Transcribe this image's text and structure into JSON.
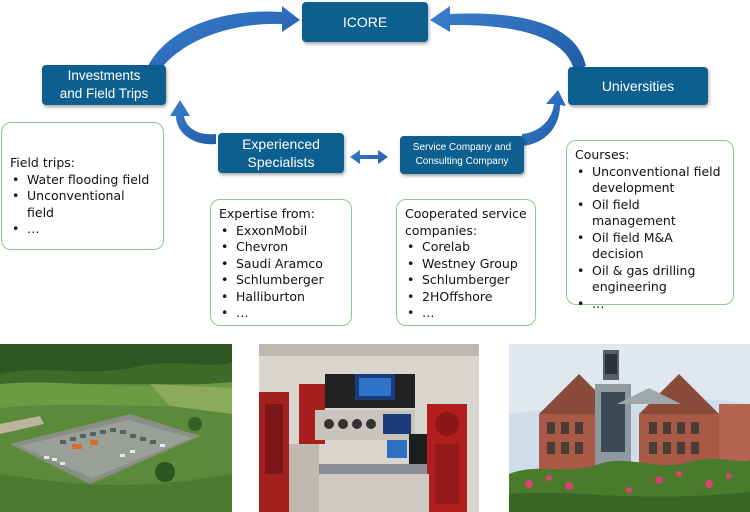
{
  "nodes": {
    "icore": "ICORE",
    "investments": [
      "Investments",
      "and Field Trips"
    ],
    "universities": "Universities",
    "specialists": [
      "Experienced",
      "Specialists"
    ],
    "service": [
      "Service Company and",
      "Consulting Company"
    ]
  },
  "cards": {
    "field_trips": {
      "heading": "Field trips:",
      "items": [
        "Water flooding field",
        "Unconventional field",
        "…"
      ]
    },
    "expertise": {
      "heading": "Expertise from:",
      "items": [
        "ExxonMobil",
        "Chevron",
        "Saudi Aramco",
        "Schlumberger",
        "Halliburton",
        "…"
      ]
    },
    "cooperated": {
      "heading": [
        "Cooperated service",
        "companies:"
      ],
      "items": [
        "Corelab",
        "Westney Group",
        "Schlumberger",
        "2HOffshore",
        "…"
      ]
    },
    "courses": {
      "heading": "Courses:",
      "items": [
        "Unconventional field development",
        "Oil field management",
        "Oil field M&A decision",
        "Oil & gas drilling engineering",
        "…"
      ]
    }
  },
  "colors": {
    "node_fill": "#0d5f8f",
    "arrow_fill": "#2f6fc0",
    "card_border": "#8ec98e"
  }
}
